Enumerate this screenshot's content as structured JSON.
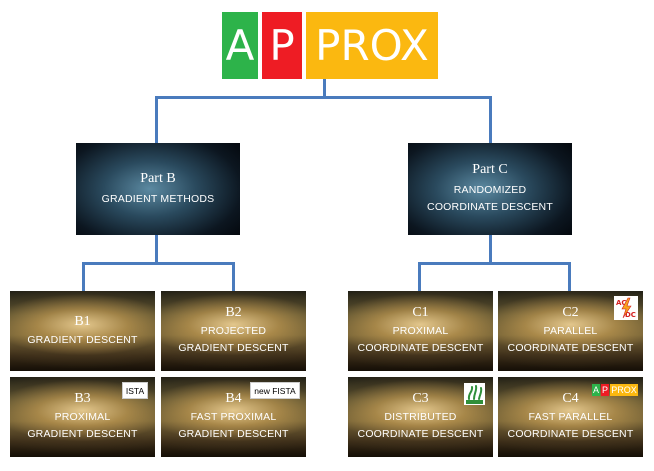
{
  "logo": {
    "letters": [
      "A",
      "P",
      "PROX"
    ],
    "colors": [
      "#2db34a",
      "#ee1c24",
      "#fbb810"
    ]
  },
  "line_color": "#4a7bbd",
  "parts": [
    {
      "code": "Part B",
      "title": "GRADIENT METHODS"
    },
    {
      "code": "Part C",
      "title_line1": "RANDOMIZED",
      "title_line2": "COORDINATE DESCENT"
    }
  ],
  "leaves": [
    {
      "code": "B1",
      "line1": "GRADIENT DESCENT",
      "line2": ""
    },
    {
      "code": "B2",
      "line1": "PROJECTED",
      "line2": "GRADIENT DESCENT"
    },
    {
      "code": "B3",
      "line1": "PROXIMAL",
      "line2": "GRADIENT DESCENT",
      "badge": "ISTA"
    },
    {
      "code": "B4",
      "line1": "FAST PROXIMAL",
      "line2": "GRADIENT DESCENT",
      "badge": "new FISTA"
    },
    {
      "code": "C1",
      "line1": "PROXIMAL",
      "line2": "COORDINATE DESCENT"
    },
    {
      "code": "C2",
      "line1": "PARALLEL",
      "line2": "COORDINATE DESCENT",
      "badge_icon": "acdc-lightning-icon"
    },
    {
      "code": "C3",
      "line1": "DISTRIBUTED",
      "line2": "COORDINATE DESCENT",
      "badge_icon": "hydra-icon"
    },
    {
      "code": "C4",
      "line1": "FAST PARALLEL",
      "line2": "COORDINATE DESCENT",
      "badge_icon": "approx-logo-icon"
    }
  ]
}
